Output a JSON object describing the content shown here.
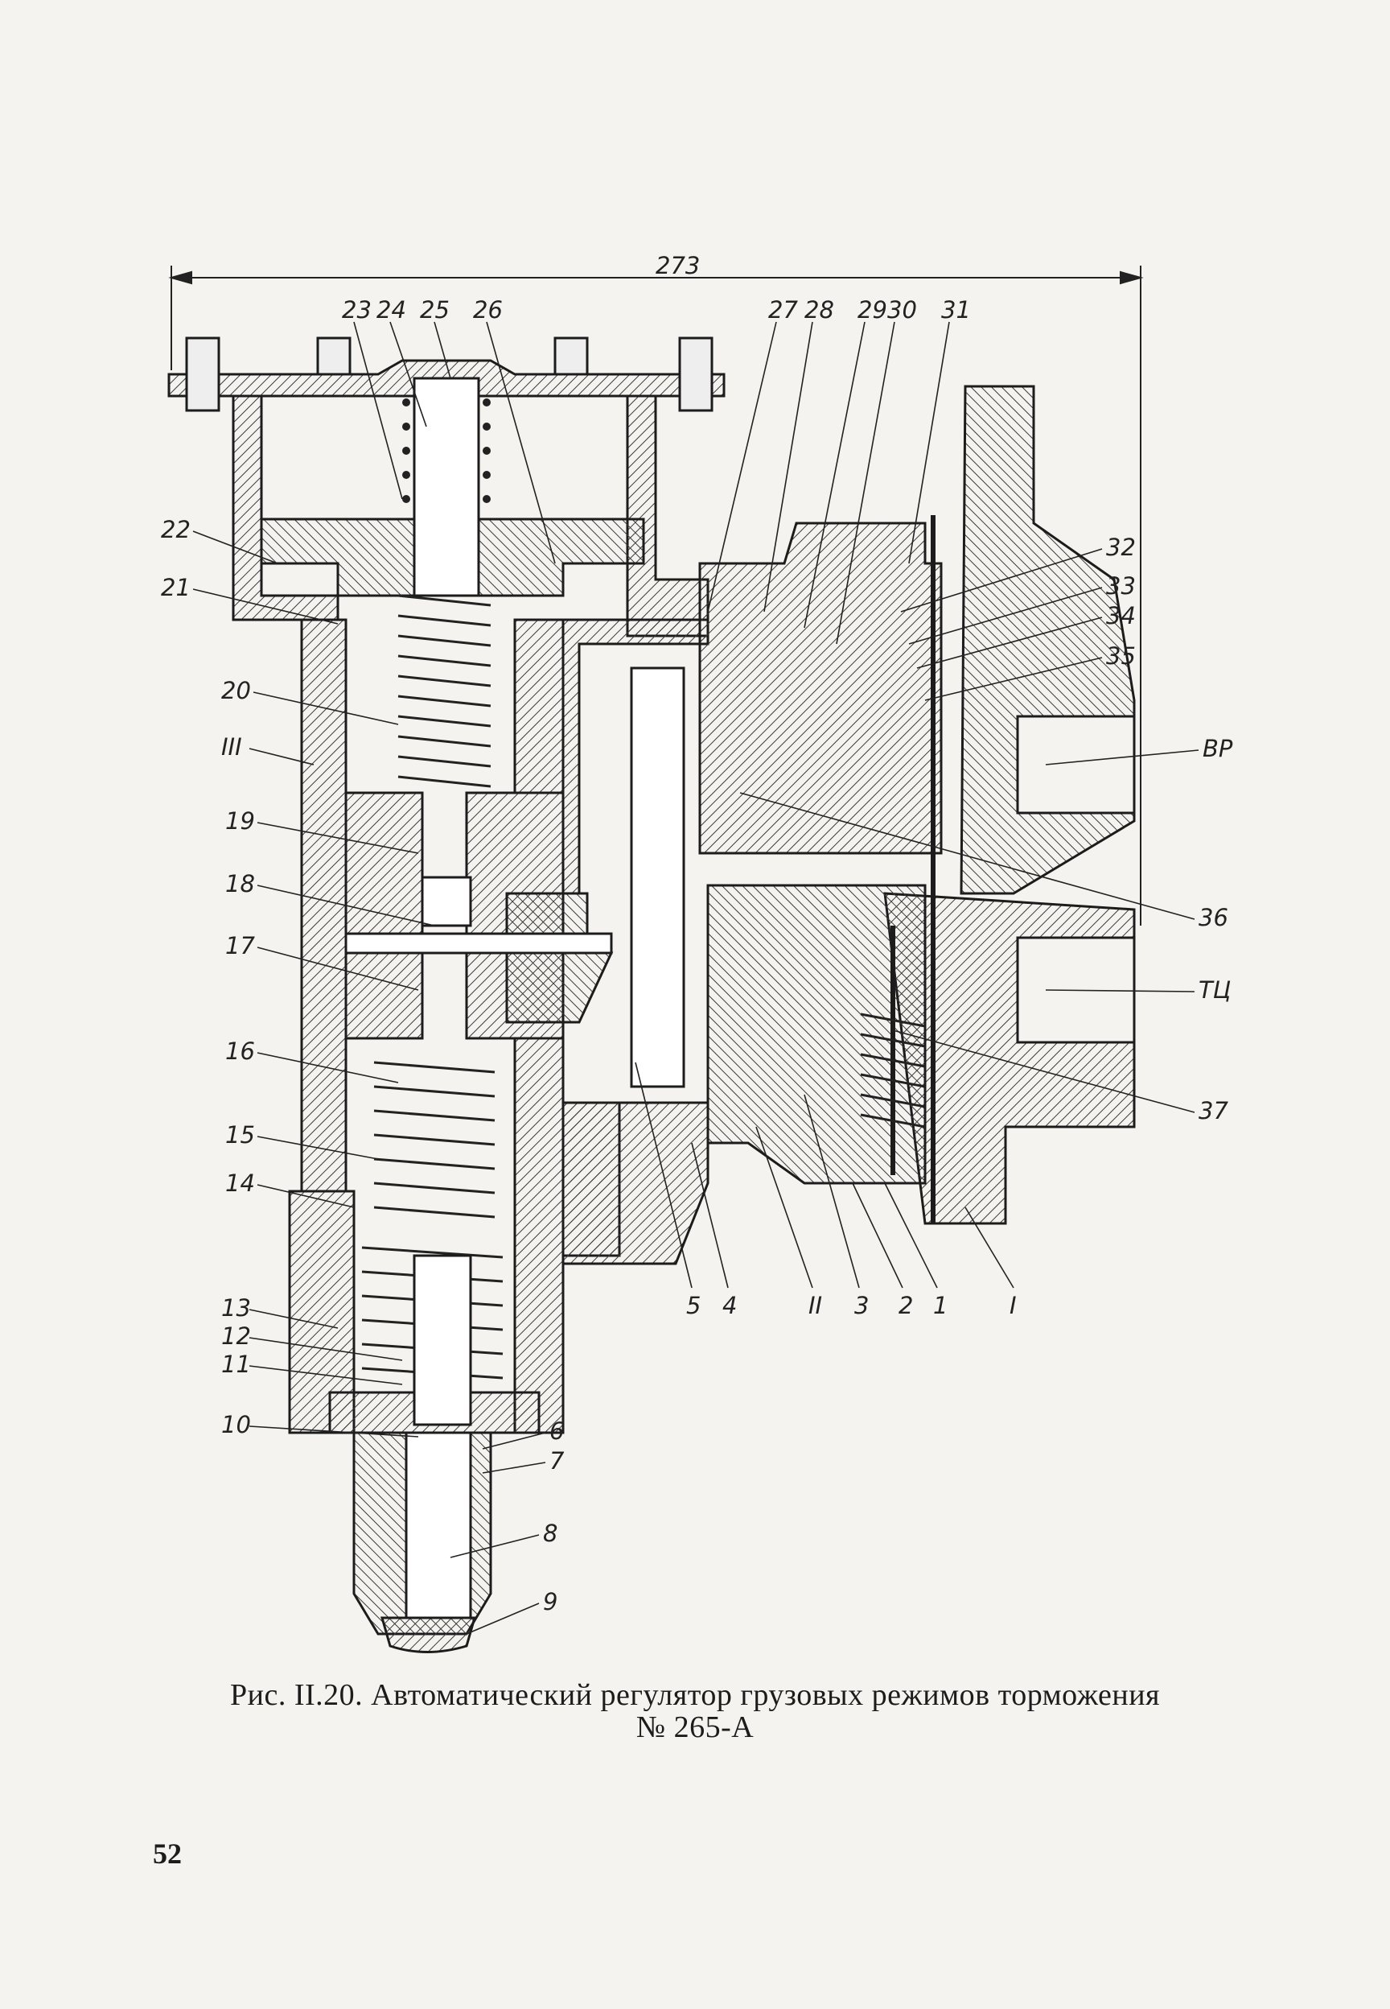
{
  "figure": {
    "dimension": "273",
    "top_labels": [
      "23",
      "24",
      "25",
      "26",
      "27",
      "28",
      "29",
      "30",
      "31"
    ],
    "left_labels": [
      "22",
      "21",
      "20",
      "III",
      "19",
      "18",
      "17",
      "16",
      "15",
      "14",
      "13",
      "12",
      "11",
      "10"
    ],
    "right_labels": [
      "32",
      "33",
      "34",
      "35",
      "ВР",
      "36",
      "ТЦ",
      "37"
    ],
    "bottom_right_labels": [
      "5",
      "4",
      "II",
      "3",
      "2",
      "1",
      "I"
    ],
    "stem_labels": [
      "6",
      "7",
      "8",
      "9"
    ]
  },
  "caption": {
    "line1": "Рис. II.20. Автоматический регулятор грузовых режимов торможения",
    "line2": "№ 265-А"
  },
  "page_number": "52",
  "colors": {
    "paper": "#f4f3ef",
    "ink": "#1c1c1c",
    "hatch": "#3a3a3a"
  }
}
